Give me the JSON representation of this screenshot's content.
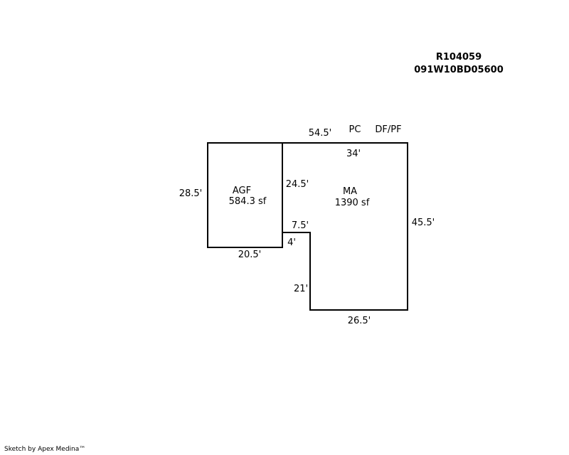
{
  "header": {
    "parcel_id": "R104059",
    "map_number": "091W10BD05600"
  },
  "sketch": {
    "areas": [
      {
        "code": "AGF",
        "area": "584.3 sf"
      },
      {
        "code": "MA",
        "area": "1390 sf"
      }
    ],
    "dimensions": {
      "top_overall": "54.5'",
      "agf_left": "28.5'",
      "agf_bottom": "20.5'",
      "ma_top": "34'",
      "ma_inner_left": "24.5'",
      "ma_right": "45.5'",
      "notch_top": "7.5'",
      "notch_side": "4'",
      "ma_lower_left": "21'",
      "ma_bottom": "26.5'"
    },
    "labels": {
      "pc": "PC",
      "df_pf": "DF/PF"
    }
  },
  "footer": {
    "credit": "Sketch by Apex Medina™"
  }
}
